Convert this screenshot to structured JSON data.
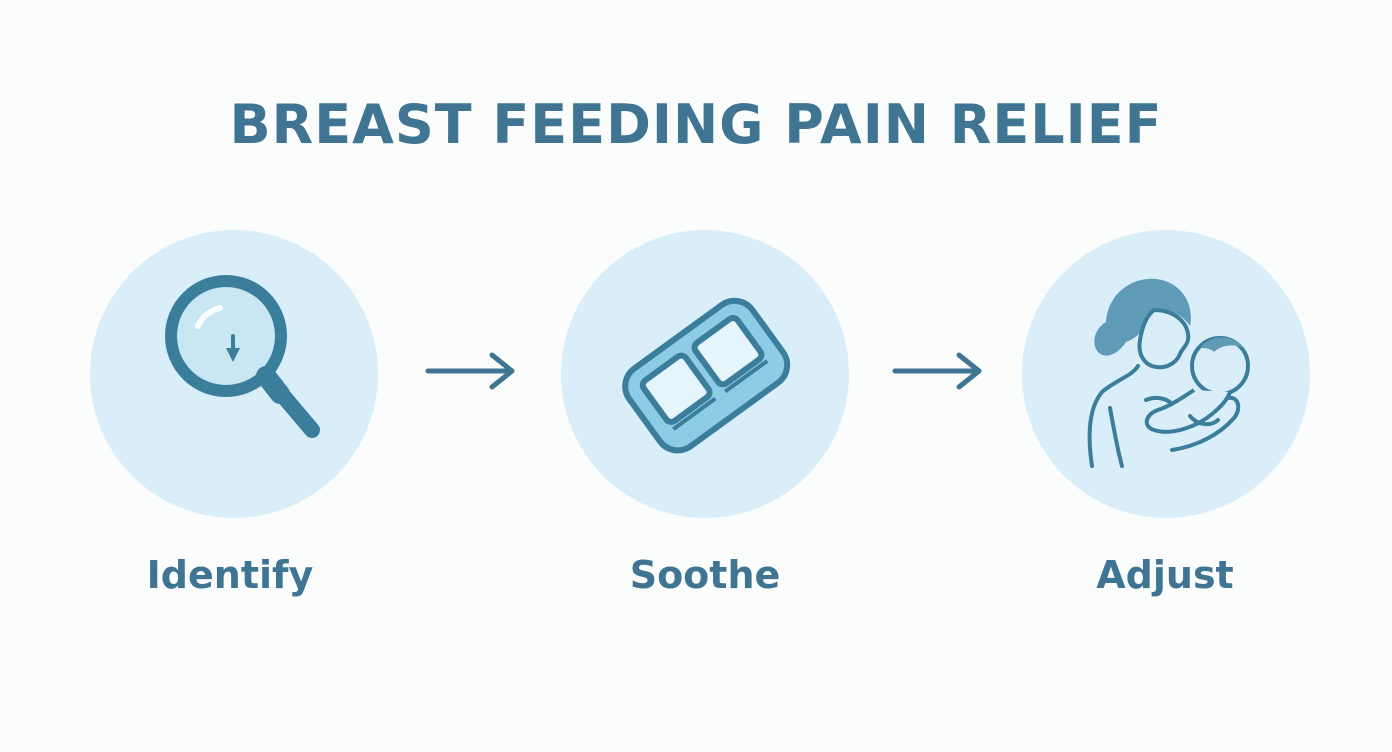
{
  "title": "BREAST FEEDING PAIN RELIEF",
  "steps": [
    {
      "label": "Identify",
      "icon": "magnifying-glass-icon"
    },
    {
      "label": "Soothe",
      "icon": "cooling-pad-icon"
    },
    {
      "label": "Adjust",
      "icon": "mother-holding-baby-icon"
    }
  ],
  "colors": {
    "accent": "#3f7592",
    "circle_fill": "#d9eef8",
    "icon_stroke": "#3b7e9c",
    "icon_fill": "#8ecbe4",
    "background": "#fbfcfc"
  }
}
